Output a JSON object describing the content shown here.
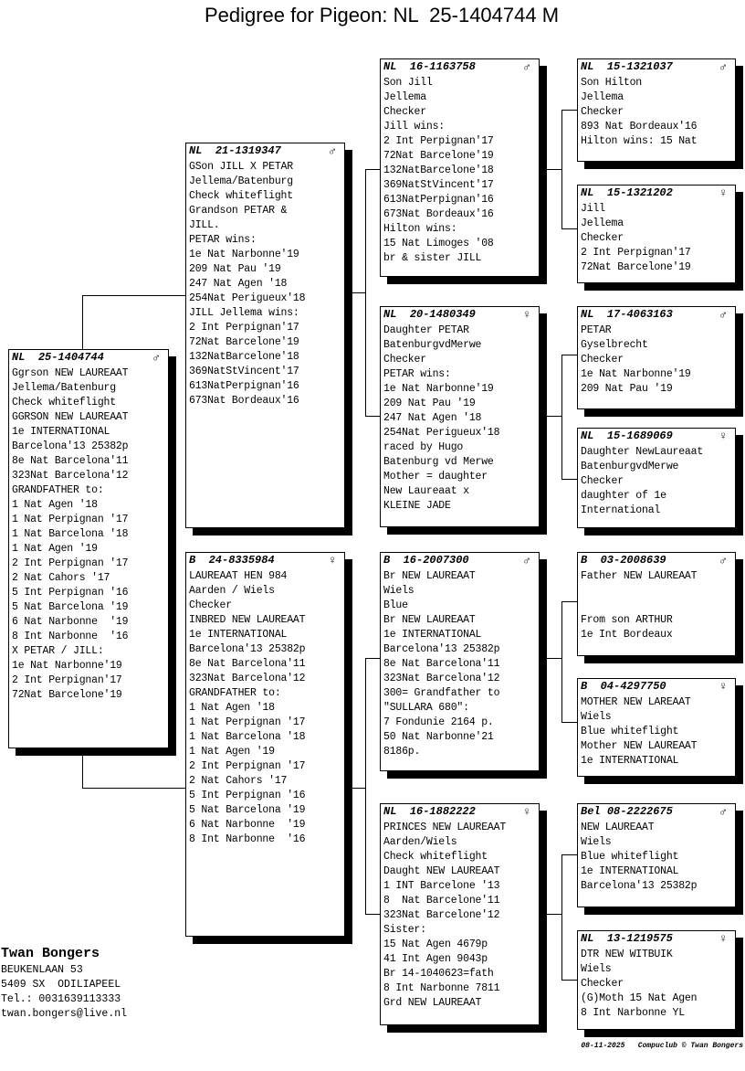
{
  "title": "Pedigree for Pigeon: NL  25-1404744 M",
  "pigeons": [
    {
      "country": "NL",
      "ring": "25-1404744",
      "sex": "♂",
      "lines": [
        "Ggrson NEW LAUREAAT",
        "Jellema/Batenburg",
        "Check whiteflight",
        "GGRSON NEW LAUREAAT",
        "1e INTERNATIONAL",
        "Barcelona'13 25382p",
        "8e Nat Barcelona'11",
        "323Nat Barcelona'12",
        "GRANDFATHER to:",
        "1 Nat Agen '18",
        "1 Nat Perpignan '17",
        "1 Nat Barcelona '18",
        "1 Nat Agen '19",
        "2 Int Perpignan '17",
        "2 Nat Cahors '17",
        "5 Int Perpignan '16",
        "5 Nat Barcelona '19",
        "6 Nat Narbonne  '19",
        "8 Int Narbonne  '16",
        "X PETAR / JILL:",
        "1e Nat Narbonne'19",
        "2 Int Perpignan'17",
        "72Nat Barcelone'19"
      ]
    },
    {
      "country": "NL",
      "ring": "21-1319347",
      "sex": "♂",
      "lines": [
        "GSon JILL X PETAR",
        "Jellema/Batenburg",
        "Check whiteflight",
        "Grandson PETAR &",
        "JILL.",
        "PETAR wins:",
        "1e Nat Narbonne'19",
        "209 Nat Pau '19",
        "247 Nat Agen '18",
        "254Nat Perigueux'18",
        "JILL Jellema wins:",
        "2 Int Perpignan'17",
        "72Nat Barcelone'19",
        "132NatBarcelone'18",
        "369NatStVincent'17",
        "613NatPerpignan'16",
        "673Nat Bordeaux'16"
      ]
    },
    {
      "country": "B",
      "ring": "24-8335984",
      "sex": "♀",
      "lines": [
        "LAUREAAT HEN 984",
        "Aarden / Wiels",
        "Checker",
        "INBRED NEW LAUREAAT",
        "1e INTERNATIONAL",
        "Barcelona'13 25382p",
        "8e Nat Barcelona'11",
        "323Nat Barcelona'12",
        "GRANDFATHER to:",
        "1 Nat Agen '18",
        "1 Nat Perpignan '17",
        "1 Nat Barcelona '18",
        "1 Nat Agen '19",
        "2 Int Perpignan '17",
        "2 Nat Cahors '17",
        "5 Int Perpignan '16",
        "5 Nat Barcelona '19",
        "6 Nat Narbonne  '19",
        "8 Int Narbonne  '16"
      ]
    },
    {
      "country": "NL",
      "ring": "16-1163758",
      "sex": "♂",
      "lines": [
        "Son Jill",
        "Jellema",
        "Checker",
        "Jill wins:",
        "2 Int Perpignan'17",
        "72Nat Barcelone'19",
        "132NatBarcelone'18",
        "369NatStVincent'17",
        "613NatPerpignan'16",
        "673Nat Bordeaux'16",
        "Hilton wins:",
        "15 Nat Limoges '08",
        "br & sister JILL"
      ]
    },
    {
      "country": "NL",
      "ring": "20-1480349",
      "sex": "♀",
      "lines": [
        "Daughter PETAR",
        "BatenburgvdMerwe",
        "Checker",
        "PETAR wins:",
        "1e Nat Narbonne'19",
        "209 Nat Pau '19",
        "247 Nat Agen '18",
        "254Nat Perigueux'18",
        "raced by Hugo",
        "Batenburg vd Merwe",
        "Mother = daughter",
        "New Laureaat x",
        "KLEINE JADE"
      ]
    },
    {
      "country": "B",
      "ring": "16-2007300",
      "sex": "♂",
      "lines": [
        "Br NEW LAUREAAT",
        "Wiels",
        "Blue",
        "Br NEW LAUREAAT",
        "1e INTERNATIONAL",
        "Barcelona'13 25382p",
        "8e Nat Barcelona'11",
        "323Nat Barcelona'12",
        "300= Grandfather to",
        "\"SULLARA 680\":",
        "7 Fondunie 2164 p.",
        "50 Nat Narbonne'21",
        "8186p."
      ]
    },
    {
      "country": "NL",
      "ring": "16-1882222",
      "sex": "♀",
      "lines": [
        "PRINCES NEW LAUREAAT",
        "Aarden/Wiels",
        "Check whiteflight",
        "Daught NEW LAUREAAT",
        "1 INT Barcelone '13",
        "8  Nat Barcelone'11",
        "323Nat Barcelone'12",
        "Sister:",
        "15 Nat Agen 4679p",
        "41 Int Agen 9043p",
        "Br 14-1040623=fath",
        "8 Int Narbonne 7811",
        "Grd NEW LAUREAAT"
      ]
    },
    {
      "country": "NL",
      "ring": "15-1321037",
      "sex": "♂",
      "lines": [
        "Son Hilton",
        "Jellema",
        "Checker",
        "893 Nat Bordeaux'16",
        "Hilton wins: 15 Nat"
      ]
    },
    {
      "country": "NL",
      "ring": "15-1321202",
      "sex": "♀",
      "lines": [
        "Jill",
        "Jellema",
        "Checker",
        "2 Int Perpignan'17",
        "72Nat Barcelone'19"
      ]
    },
    {
      "country": "NL",
      "ring": "17-4063163",
      "sex": "♂",
      "lines": [
        "PETAR",
        "Gyselbrecht",
        "Checker",
        "1e Nat Narbonne'19",
        "209 Nat Pau '19"
      ]
    },
    {
      "country": "NL",
      "ring": "15-1689069",
      "sex": "♀",
      "lines": [
        "Daughter NewLaureaat",
        "BatenburgvdMerwe",
        "Checker",
        "daughter of 1e",
        "International"
      ]
    },
    {
      "country": "B",
      "ring": "03-2008639",
      "sex": "♂",
      "lines": [
        "Father NEW LAUREAAT",
        "",
        "",
        "From son ARTHUR",
        "1e Int Bordeaux"
      ]
    },
    {
      "country": "B",
      "ring": "04-4297750",
      "sex": "♀",
      "lines": [
        "MOTHER NEW LAREAAT",
        "Wiels",
        "Blue whiteflight",
        "Mother NEW LAUREAAT",
        "1e INTERNATIONAL"
      ]
    },
    {
      "country": "Bel",
      "ring": "08-2222675",
      "sex": "♂",
      "lines": [
        "NEW LAUREAAT",
        "Wiels",
        "Blue whiteflight",
        "1e INTERNATIONAL",
        "Barcelona'13 25382p"
      ]
    },
    {
      "country": "NL",
      "ring": "13-1219575",
      "sex": "♀",
      "lines": [
        "DTR NEW WITBUIK",
        "Wiels",
        "Checker",
        "(G)Moth 15 Nat Agen",
        "8 Int Narbonne YL"
      ]
    }
  ],
  "breeder": {
    "name": "Twan Bongers",
    "address": "BEUKENLAAN 53",
    "city": "5409 SX  ODILIAPEEL",
    "phone": "Tel.: 0031639113333",
    "email": "twan.bongers@live.nl"
  },
  "footer": "08-11-2025   Compuclub © Twan Bongers"
}
